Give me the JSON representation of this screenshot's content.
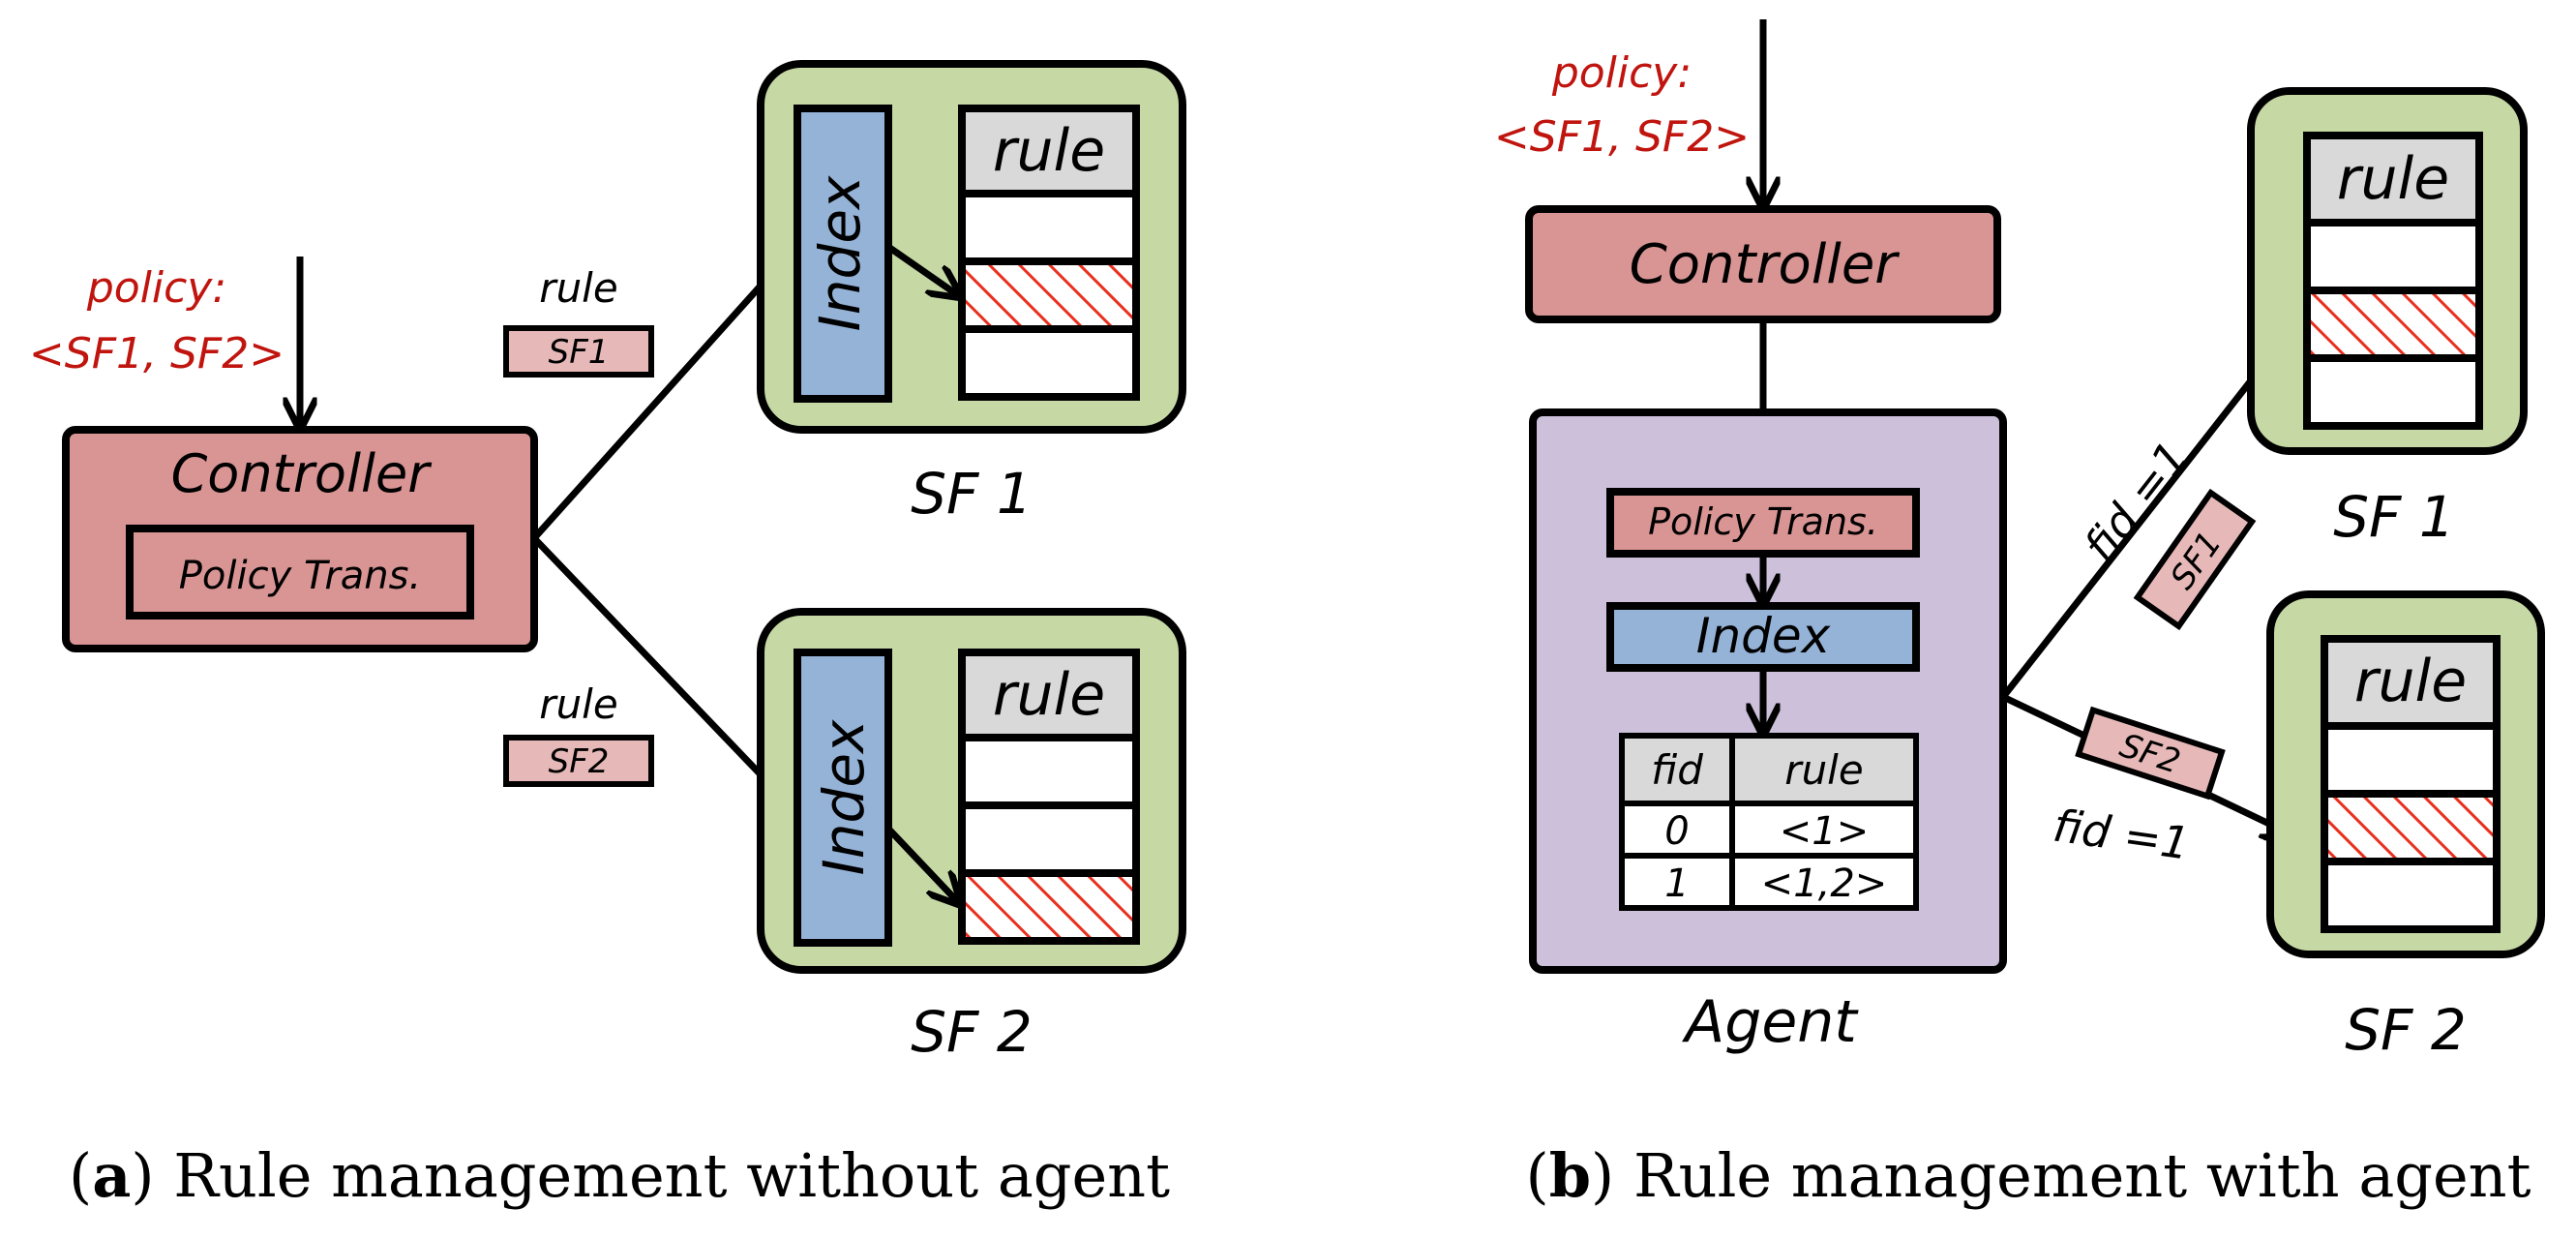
{
  "colors": {
    "sf_fill": "#c6d9a5",
    "controller_fill": "#d99594",
    "index_fill": "#95b3d7",
    "agent_fill": "#ccc0da",
    "rule_header_fill": "#d9d9d9",
    "tag_fill": "#e6b9b8",
    "policy_text": "#c0140e",
    "hatch": "#e8301e"
  },
  "panel_a": {
    "policy_line1": "policy:",
    "policy_line2": "<SF1, SF2>",
    "controller_label": "Controller",
    "policy_trans_label": "Policy Trans.",
    "rule_tag_label_1": "rule",
    "tag_1": "SF1",
    "rule_tag_label_2": "rule",
    "tag_2": "SF2",
    "sf1": {
      "index_label": "Index",
      "rule_header": "rule",
      "name": "SF 1"
    },
    "sf2": {
      "index_label": "Index",
      "rule_header": "rule",
      "name": "SF 2"
    },
    "caption_letter": "a",
    "caption_text": " Rule management without agent"
  },
  "panel_b": {
    "policy_line1": "policy:",
    "policy_line2": "<SF1, SF2>",
    "controller_label": "Controller",
    "agent_label": "Agent",
    "policy_trans_label": "Policy Trans.",
    "index_label": "Index",
    "table": {
      "headers": [
        "fid",
        "rule"
      ],
      "rows": [
        [
          "0",
          "<1>"
        ],
        [
          "1",
          "<1,2>"
        ]
      ]
    },
    "fid_label_1": "fid =1",
    "tag_1": "SF1",
    "tag_2": "SF2",
    "fid_label_2": "fid =1",
    "sf1": {
      "rule_header": "rule",
      "name": "SF 1"
    },
    "sf2": {
      "rule_header": "rule",
      "name": "SF 2"
    },
    "caption_letter": "b",
    "caption_text": " Rule management with agent"
  }
}
